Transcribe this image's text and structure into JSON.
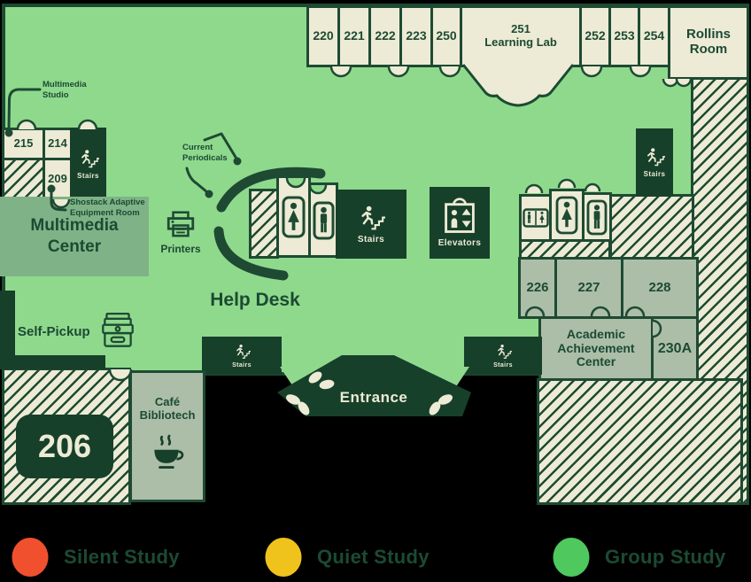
{
  "map": {
    "top_rooms": [
      "220",
      "221",
      "222",
      "223",
      "250"
    ],
    "learning_lab": {
      "number": "251",
      "name": "Learning Lab"
    },
    "right_rooms": [
      "252",
      "253",
      "254"
    ],
    "rollins": {
      "line1": "Rollins",
      "line2": "Room"
    },
    "left_rooms": {
      "r215": "215",
      "r214": "214",
      "r209": "209"
    },
    "mid_rooms": [
      "226",
      "227",
      "228"
    ],
    "aac": {
      "line1": "Academic",
      "line2": "Achievement",
      "line3": "Center"
    },
    "room_230a": "230A",
    "room_206": "206",
    "stairs_label": "Stairs",
    "elevators_label": "Elevators",
    "printers_label": "Printers",
    "help_desk_label": "Help Desk",
    "self_pickup_label": "Self-Pickup",
    "entrance_label": "Entrance",
    "multimedia_center": {
      "line1": "Multimedia",
      "line2": "Center"
    },
    "cafe": {
      "line1": "Café",
      "line2": "Bibliotech"
    },
    "callouts": {
      "multimedia_studio": {
        "line1": "Multimedia",
        "line2": "Studio"
      },
      "shostack": {
        "line1": "Shostack Adaptive",
        "line2": "Equipment Room"
      },
      "current_periodicals": {
        "line1": "Current",
        "line2": "Periodicals"
      }
    }
  },
  "icons": {
    "stairs": "person-walking-up-stairs",
    "restroom_woman": "woman-symbol",
    "restroom_man": "man-symbol",
    "restroom_family": "dual-figure-restroom-sign",
    "elevators": "elevator-cab-with-arrows",
    "printers": "printer",
    "self_pickup": "book-stack-on-locker",
    "cafe": "steaming-coffee-cup",
    "legend_marker": "colored-dot"
  },
  "colors": {
    "floor_green": "#8FD98D",
    "room_cream": "#EDEBD5",
    "room_sage": "#ACBEA7",
    "multimedia_green": "#7FB387",
    "dark_block": "#17402B",
    "wall_outline": "#1E4A33",
    "text_dark": "#1C4A33",
    "background": "#000000"
  },
  "legend": {
    "items": [
      {
        "label": "Silent Study",
        "color": "#F1502E"
      },
      {
        "label": "Quiet Study",
        "color": "#EFC31C"
      },
      {
        "label": "Group Study",
        "color": "#4FC85D"
      }
    ]
  }
}
